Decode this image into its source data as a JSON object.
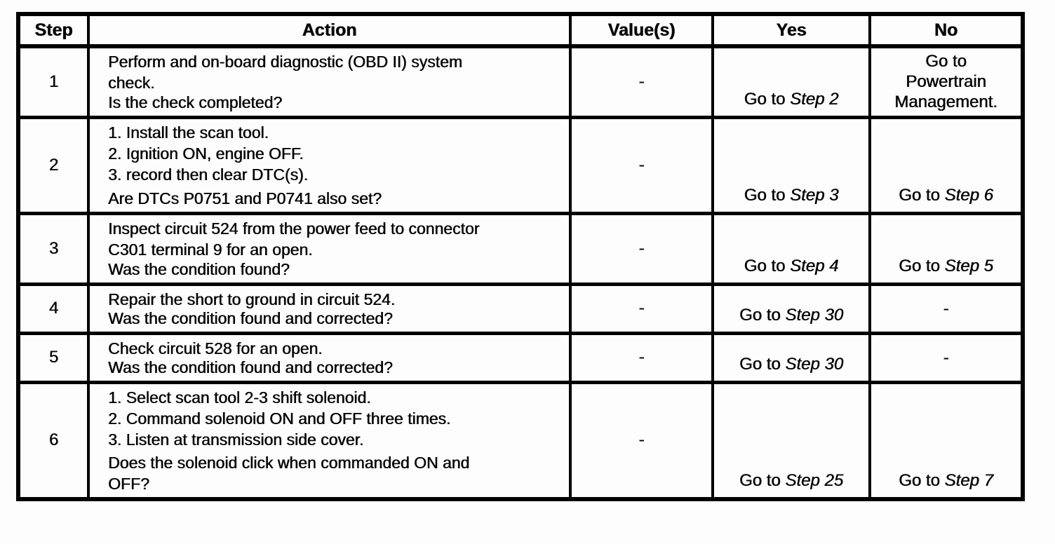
{
  "doc": {
    "table": {
      "headers": {
        "step": "Step",
        "action": "Action",
        "values": "Value(s)",
        "yes": "Yes",
        "no": "No"
      },
      "rows": [
        {
          "step": "1",
          "action_lines": [
            "Perform and on-board diagnostic (OBD II) system",
            "check."
          ],
          "question_lines": [
            "Is the check completed?"
          ],
          "value": "-",
          "yes_prefix": "Go to ",
          "yes_step": "Step 2",
          "no_lines": [
            "Go to",
            "Powertrain",
            "Management."
          ]
        },
        {
          "step": "2",
          "action_lines": [
            "1. Install the scan tool.",
            "2. Ignition ON, engine OFF.",
            "3. record then clear DTC(s)."
          ],
          "question_lines": [
            "Are DTCs P0751 and P0741 also set?"
          ],
          "value": "-",
          "yes_prefix": "Go to ",
          "yes_step": "Step 3",
          "no_prefix": "Go to ",
          "no_step": "Step 6"
        },
        {
          "step": "3",
          "action_lines": [
            "Inspect circuit 524 from the power feed to connector",
            "C301 terminal 9 for an open."
          ],
          "question_lines": [
            "Was the condition found?"
          ],
          "value": "-",
          "yes_prefix": "Go to ",
          "yes_step": "Step 4",
          "no_prefix": "Go to ",
          "no_step": "Step 5"
        },
        {
          "step": "4",
          "action_lines": [
            "Repair the short to ground in circuit 524."
          ],
          "question_lines": [
            "Was the condition found and corrected?"
          ],
          "value": "-",
          "yes_prefix": "Go to ",
          "yes_step": "Step 30",
          "no_dash": "-"
        },
        {
          "step": "5",
          "action_lines": [
            "Check circuit 528 for an open."
          ],
          "question_lines": [
            "Was the condition found and corrected?"
          ],
          "value": "-",
          "yes_prefix": "Go to ",
          "yes_step": "Step 30",
          "no_dash": "-"
        },
        {
          "step": "6",
          "action_lines": [
            "1. Select scan tool 2-3 shift solenoid.",
            "2. Command solenoid ON and OFF three times.",
            "3. Listen at transmission side cover."
          ],
          "question_lines": [
            "Does the solenoid click when commanded ON and",
            "OFF?"
          ],
          "value": "-",
          "yes_prefix": "Go to ",
          "yes_step": "Step 25",
          "no_prefix": "Go to ",
          "no_step": "Step 7"
        }
      ]
    }
  }
}
